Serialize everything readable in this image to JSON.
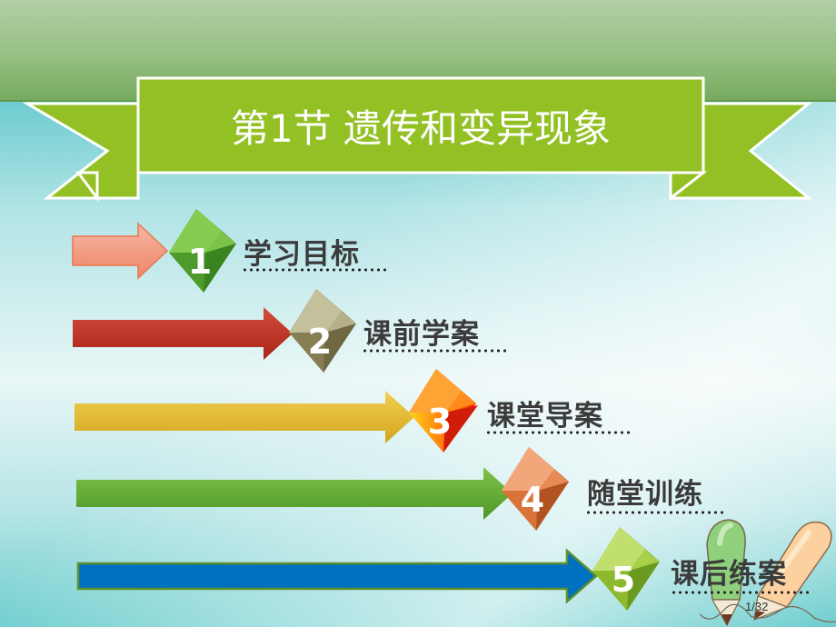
{
  "slide": {
    "title": "第1节 遗传和变异现象",
    "page_indicator": "1/32",
    "colors": {
      "top_band": "#97c083",
      "ribbon": "#93c125",
      "background_top": "#6ccbcf",
      "background_mid": "#e8f6f6",
      "label_text": "#3b3b3b"
    }
  },
  "menu": {
    "items": [
      {
        "number": "1",
        "label": "学习目标",
        "arrow_color": "#f29b80",
        "cube_color": "#5aa832",
        "icon": "arrow-right-icon"
      },
      {
        "number": "2",
        "label": "课前学案",
        "arrow_color": "#c0352a",
        "cube_color": "#9a9468",
        "icon": "arrow-right-icon"
      },
      {
        "number": "3",
        "label": "课堂导案",
        "arrow_color": "#e2b62e",
        "cube_color": "#f35a10",
        "icon": "arrow-right-icon"
      },
      {
        "number": "4",
        "label": "随堂训练",
        "arrow_color": "#6cb33a",
        "cube_color": "#d9733c",
        "icon": "arrow-right-icon"
      },
      {
        "number": "5",
        "label": "课后练案",
        "arrow_color": "#0070c0",
        "cube_color": "#8fbd2a",
        "icon": "arrow-right-icon"
      }
    ]
  },
  "decoration": {
    "icon": "pencils-icon"
  }
}
